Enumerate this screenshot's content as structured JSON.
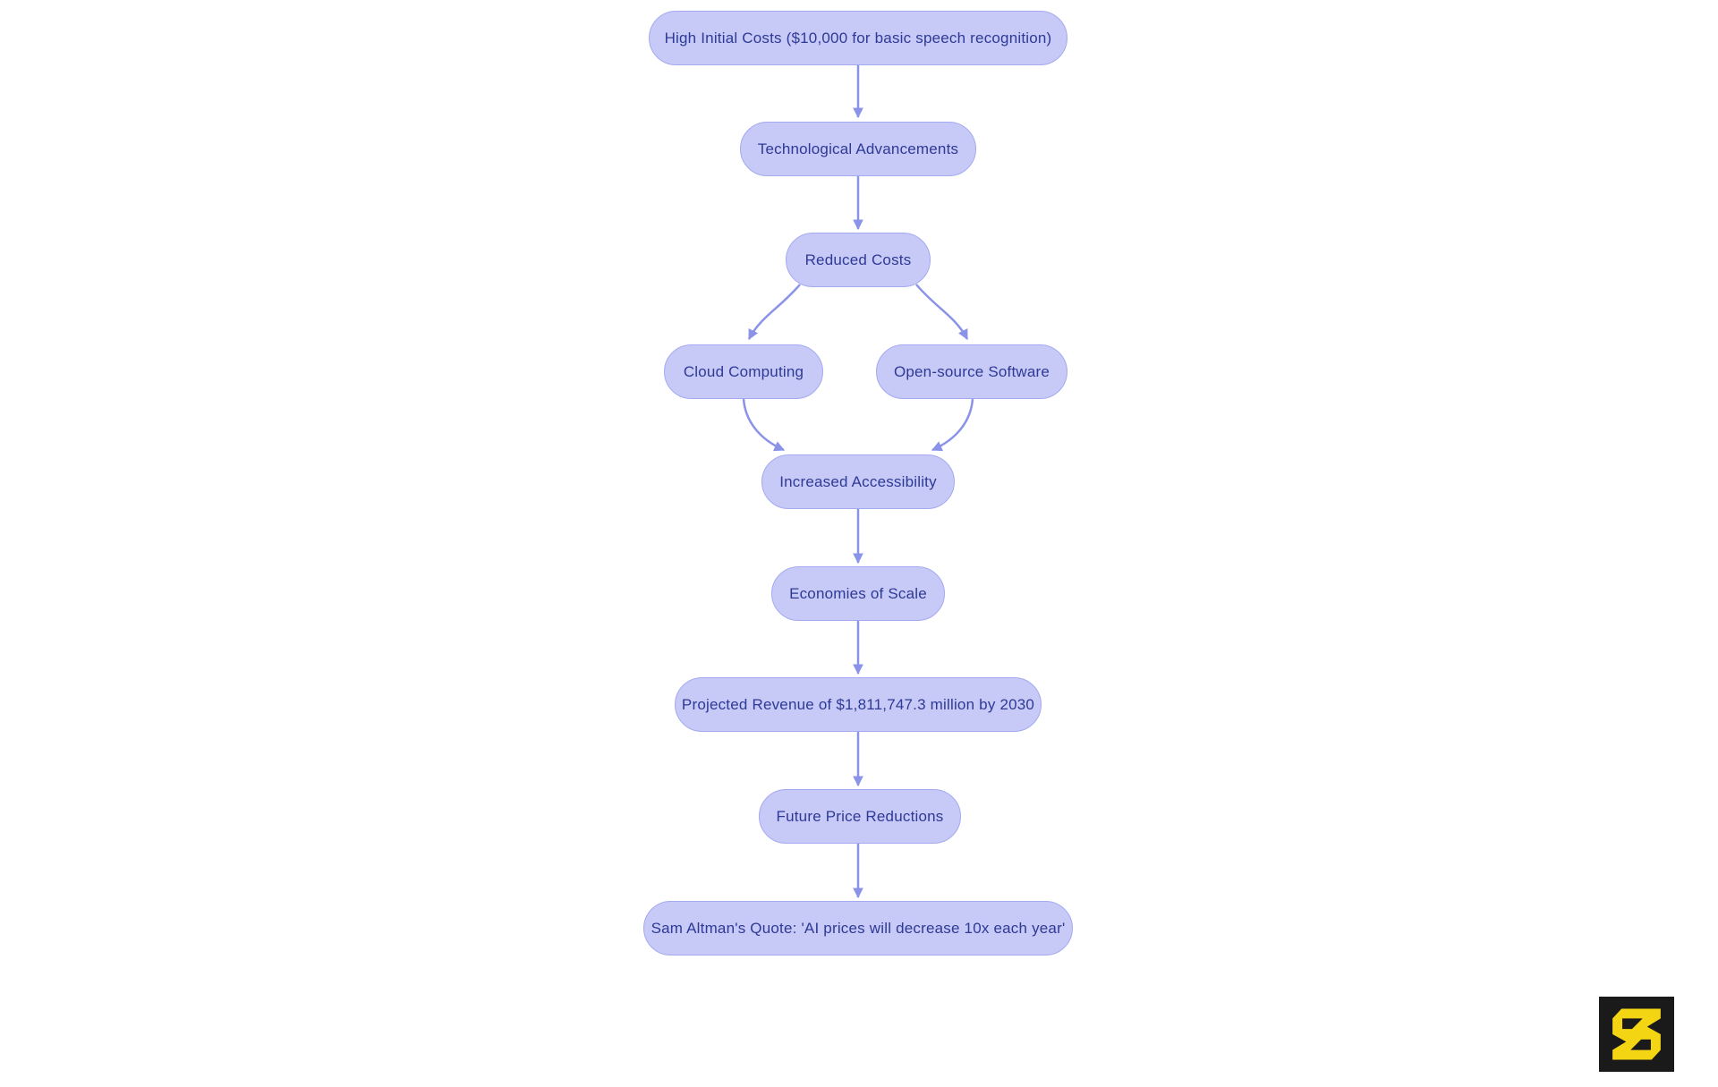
{
  "diagram": {
    "nodes": [
      {
        "id": "high-initial-costs",
        "label": "High Initial Costs ($10,000 for basic speech recognition)"
      },
      {
        "id": "technological-advancements",
        "label": "Technological Advancements"
      },
      {
        "id": "reduced-costs",
        "label": "Reduced Costs"
      },
      {
        "id": "cloud-computing",
        "label": "Cloud Computing"
      },
      {
        "id": "open-source-software",
        "label": "Open-source Software"
      },
      {
        "id": "increased-accessibility",
        "label": "Increased Accessibility"
      },
      {
        "id": "economies-of-scale",
        "label": "Economies of Scale"
      },
      {
        "id": "projected-revenue",
        "label": "Projected Revenue of $1,811,747.3 million by 2030"
      },
      {
        "id": "future-price-reductions",
        "label": "Future Price Reductions"
      },
      {
        "id": "sam-altman-quote",
        "label": "Sam Altman's Quote: 'AI prices will decrease 10x each year'"
      }
    ],
    "edges": [
      {
        "from": "high-initial-costs",
        "to": "technological-advancements"
      },
      {
        "from": "technological-advancements",
        "to": "reduced-costs"
      },
      {
        "from": "reduced-costs",
        "to": "cloud-computing"
      },
      {
        "from": "reduced-costs",
        "to": "open-source-software"
      },
      {
        "from": "cloud-computing",
        "to": "increased-accessibility"
      },
      {
        "from": "open-source-software",
        "to": "increased-accessibility"
      },
      {
        "from": "increased-accessibility",
        "to": "economies-of-scale"
      },
      {
        "from": "economies-of-scale",
        "to": "projected-revenue"
      },
      {
        "from": "projected-revenue",
        "to": "future-price-reductions"
      },
      {
        "from": "future-price-reductions",
        "to": "sam-altman-quote"
      }
    ],
    "colors": {
      "background": "#ffffff",
      "node_fill": "#c7c9f6",
      "node_border": "#a4aaf0",
      "node_text": "#2e3a96",
      "arrow": "#8b93e9",
      "logo_bg": "#1a1a1a",
      "logo_glyph": "#f3d514"
    },
    "logo": {
      "name": "s-logo"
    }
  }
}
